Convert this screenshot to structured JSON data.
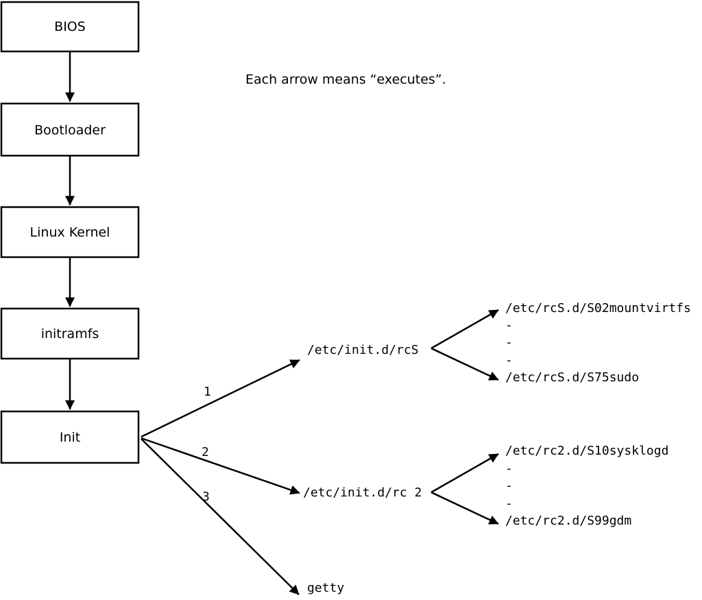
{
  "note": "Each arrow means “executes”.",
  "boot_chain": [
    "BIOS",
    "Bootloader",
    "Linux Kernel",
    "initramfs",
    "Init"
  ],
  "branches": [
    {
      "order": "1",
      "target": "/etc/init.d/rcS",
      "children": [
        "/etc/rcS.d/S02mountvirtfs",
        "-",
        "-",
        "-",
        "/etc/rcS.d/S75sudo"
      ]
    },
    {
      "order": "2",
      "target": "/etc/init.d/rc 2",
      "children": [
        "/etc/rc2.d/S10sysklogd",
        "-",
        "-",
        "-",
        "/etc/rc2.d/S99gdm"
      ]
    },
    {
      "order": "3",
      "target": "getty",
      "children": []
    }
  ],
  "colors": {
    "stroke": "#000000",
    "box_fill": "#ffffff",
    "background": "#ffffff"
  }
}
